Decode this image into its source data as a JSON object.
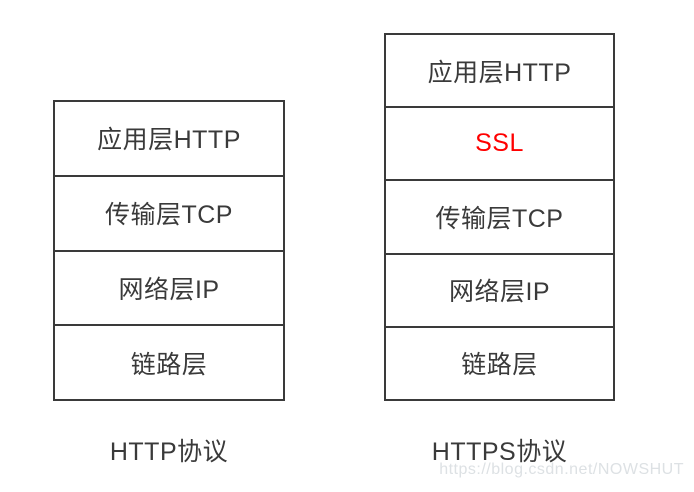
{
  "colors": {
    "background": "#ffffff",
    "border": "#3a3a3a",
    "text": "#3a3a3a",
    "ssl_text": "#ff0000",
    "watermark": "#dde1e4"
  },
  "stacks": [
    {
      "id": "http",
      "label": "HTTP协议",
      "layers": [
        {
          "id": "app-http",
          "text": "应用层HTTP",
          "emphasis": false
        },
        {
          "id": "tcp",
          "text": "传输层TCP",
          "emphasis": false
        },
        {
          "id": "ip",
          "text": "网络层IP",
          "emphasis": false
        },
        {
          "id": "link",
          "text": "链路层",
          "emphasis": false
        }
      ]
    },
    {
      "id": "https",
      "label": "HTTPS协议",
      "layers": [
        {
          "id": "app-http",
          "text": "应用层HTTP",
          "emphasis": false
        },
        {
          "id": "ssl",
          "text": "SSL",
          "emphasis": true
        },
        {
          "id": "tcp",
          "text": "传输层TCP",
          "emphasis": false
        },
        {
          "id": "ip",
          "text": "网络层IP",
          "emphasis": false
        },
        {
          "id": "link",
          "text": "链路层",
          "emphasis": false
        }
      ]
    }
  ],
  "watermark": "https://blog.csdn.net/NOWSHUT"
}
